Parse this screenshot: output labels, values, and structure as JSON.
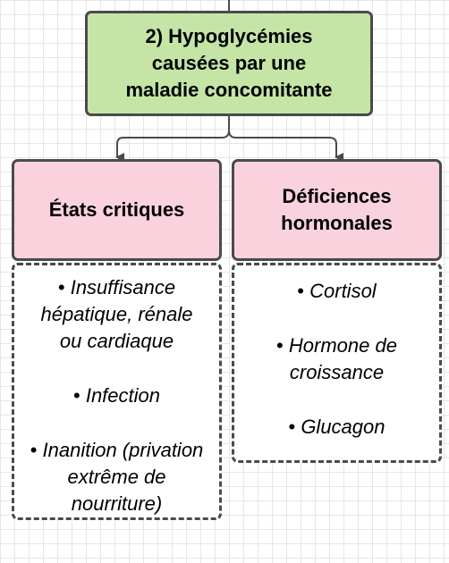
{
  "main": {
    "title": "2) Hypoglycémies\ncausées par une\nmaladie concomitante"
  },
  "categories": [
    {
      "label": "États critiques",
      "items": [
        "Insuffisance\nhépatique, rénale\nou cardiaque",
        "Infection",
        "Inanition (privation\nextrême de\nnourriture)"
      ]
    },
    {
      "label": "Déficiences\nhormonales",
      "items": [
        "Cortisol",
        "Hormone de\ncroissance",
        "Glucagon"
      ]
    }
  ],
  "bullet": "•",
  "colors": {
    "title_fill": "#c5e5a7",
    "category_fill": "#f9d2de",
    "stroke": "#4a4a4a",
    "grid": "#e6e6e6"
  }
}
